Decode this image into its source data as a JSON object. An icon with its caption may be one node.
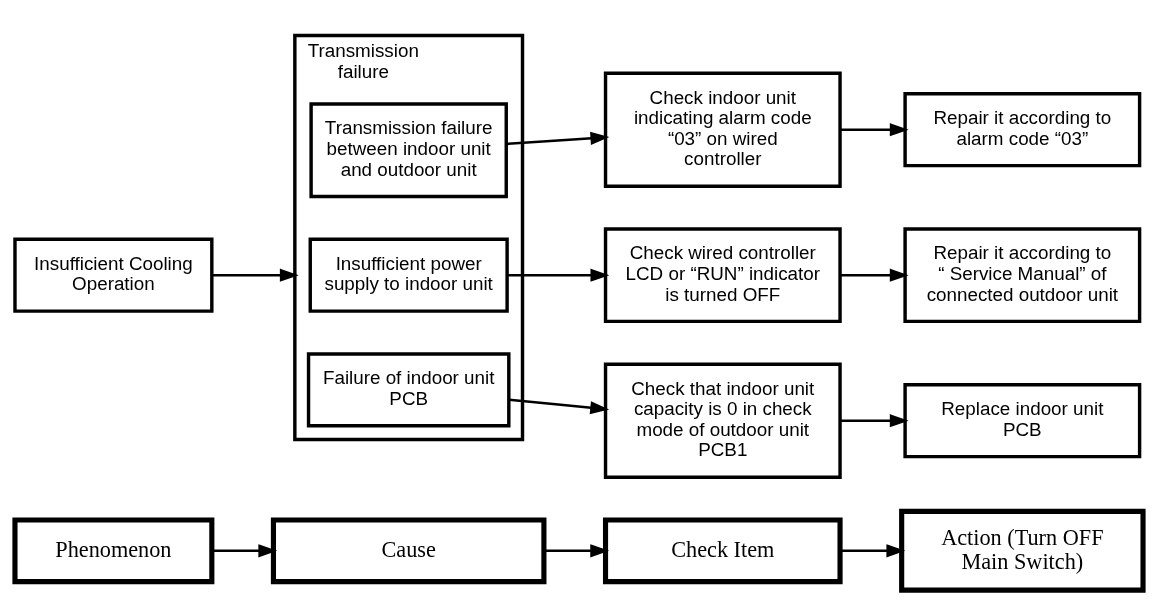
{
  "diagram": {
    "nodes": [
      {
        "text": [
          "Phenomenon"
        ]
      },
      {
        "text": [
          "Cause"
        ]
      },
      {
        "text": [
          "Check Item"
        ]
      },
      {
        "text": [
          "Action (Turn OFF Main Switch)"
        ]
      },
      {
        "text": [
          "Insufficient Cooling Operation"
        ]
      },
      {
        "text": [
          "Transmission failure"
        ]
      },
      {
        "text": [
          "Transmission failure between indoor unit and outdoor unit"
        ],
        "in": 5
      },
      {
        "text": [
          "Insufficient power supply to indoor unit"
        ],
        "in": 5
      },
      {
        "text": [
          "Failure of indoor unit PCB"
        ],
        "in": 5
      },
      {
        "text": [
          "Check indoor unit indicating alarm code “03” on wired controller"
        ]
      },
      {
        "text": [
          "Check wired controller LCD or “RUN” indicator is turned OFF"
        ]
      },
      {
        "text": [
          "Check that indoor unit capacity is 0 in check mode of outdoor unit PCB1"
        ]
      },
      {
        "text": [
          "Repair it according to alarm code “03”"
        ]
      },
      {
        "text": [
          "Repair it according to “ Service Manual” of connected outdoor unit"
        ]
      },
      {
        "text": [
          "Replace indoor unit PCB"
        ]
      }
    ],
    "edges": [
      {
        "from": 0,
        "to": 1,
        "arrow": "to"
      },
      {
        "from": 1,
        "to": 2,
        "arrow": "to"
      },
      {
        "from": 2,
        "to": 3,
        "arrow": "to"
      },
      {
        "from": 4,
        "to": 5,
        "arrow": "to"
      },
      {
        "from": 6,
        "to": 9,
        "arrow": "to"
      },
      {
        "from": 7,
        "to": 10,
        "arrow": "to"
      },
      {
        "from": 8,
        "to": 11,
        "arrow": "to"
      },
      {
        "from": 9,
        "to": 12,
        "arrow": "to"
      },
      {
        "from": 10,
        "to": 13,
        "arrow": "to"
      },
      {
        "from": 11,
        "to": 14,
        "arrow": "to"
      }
    ]
  }
}
